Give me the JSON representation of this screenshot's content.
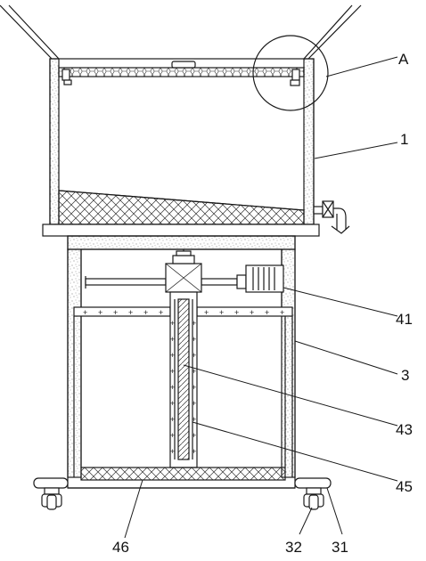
{
  "labels": {
    "detail_a": "A",
    "hopper_box": "1",
    "gear_motor": "41",
    "frame": "3",
    "lead_screw": "43",
    "guide_rod": "45",
    "bottom_mesh": "46",
    "caster_wheel": "32",
    "foot_plate": "31"
  },
  "colors": {
    "line": "#1a1a1a",
    "fill": "#ffffff"
  }
}
